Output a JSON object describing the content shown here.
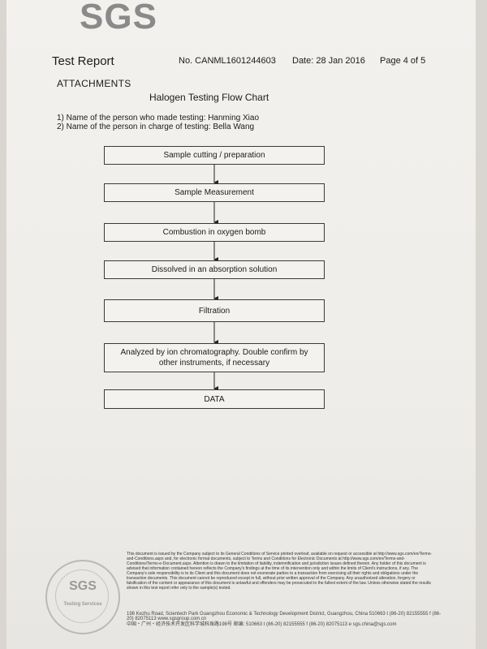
{
  "header": {
    "logo": "SGS",
    "title": "Test Report",
    "report_no": "No. CANML1601244603",
    "date": "Date: 28 Jan 2016",
    "page": "Page 4 of 5"
  },
  "section": "ATTACHMENTS",
  "chart_title": "Halogen Testing Flow Chart",
  "persons": [
    "1) Name of the person who made testing:  Hanming Xiao",
    "2) Name of the person in charge of testing:  Bella Wang"
  ],
  "flow_steps": [
    "Sample cutting / preparation",
    "Sample Measurement",
    "Combustion in oxygen bomb",
    "Dissolved in an absorption solution",
    "Filtration",
    "Analyzed by ion chromatography. Double confirm by other instruments, if necessary",
    "DATA"
  ],
  "footer": {
    "disclaimer": "This document is issued by the Company subject to its General Conditions of Service printed overleaf, available on request or accessible at http://www.sgs.com/en/Terms-and-Conditions.aspx and, for electronic format documents, subject to Terms and Conditions for Electronic Documents at http://www.sgs.com/en/Terms-and-Conditions/Terms-e-Document.aspx. Attention is drawn to the limitation of liability, indemnification and jurisdiction issues defined therein. Any holder of this document is advised that information contained hereon reflects the Company's findings at the time of its intervention only and within the limits of Client's instructions, if any. The Company's sole responsibility is to its Client and this document does not exonerate parties to a transaction from exercising all their rights and obligations under the transaction documents. This document cannot be reproduced except in full, without prior written approval of the Company. Any unauthorized alteration, forgery or falsification of the content or appearance of this document is unlawful and offenders may be prosecuted to the fullest extent of the law. Unless otherwise stated the results shown in this test report refer only to the sample(s) tested.",
    "address_en": "198 Kezhu Road, Scientech Park Guangzhou Economic & Technology Development District, Guangzhou, China  510663   t (86-20) 82155555   f (86-20) 82075113   www.sgsgroup.com.cn",
    "address_cn": "中国・广州・经济技术开发区科学城科珠路198号   邮编: 510663   t (86-20) 82155555   f (86-20) 82075113   e sgs.china@sgs.com",
    "stamp_logo": "SGS",
    "stamp_text": "Testing Services"
  }
}
